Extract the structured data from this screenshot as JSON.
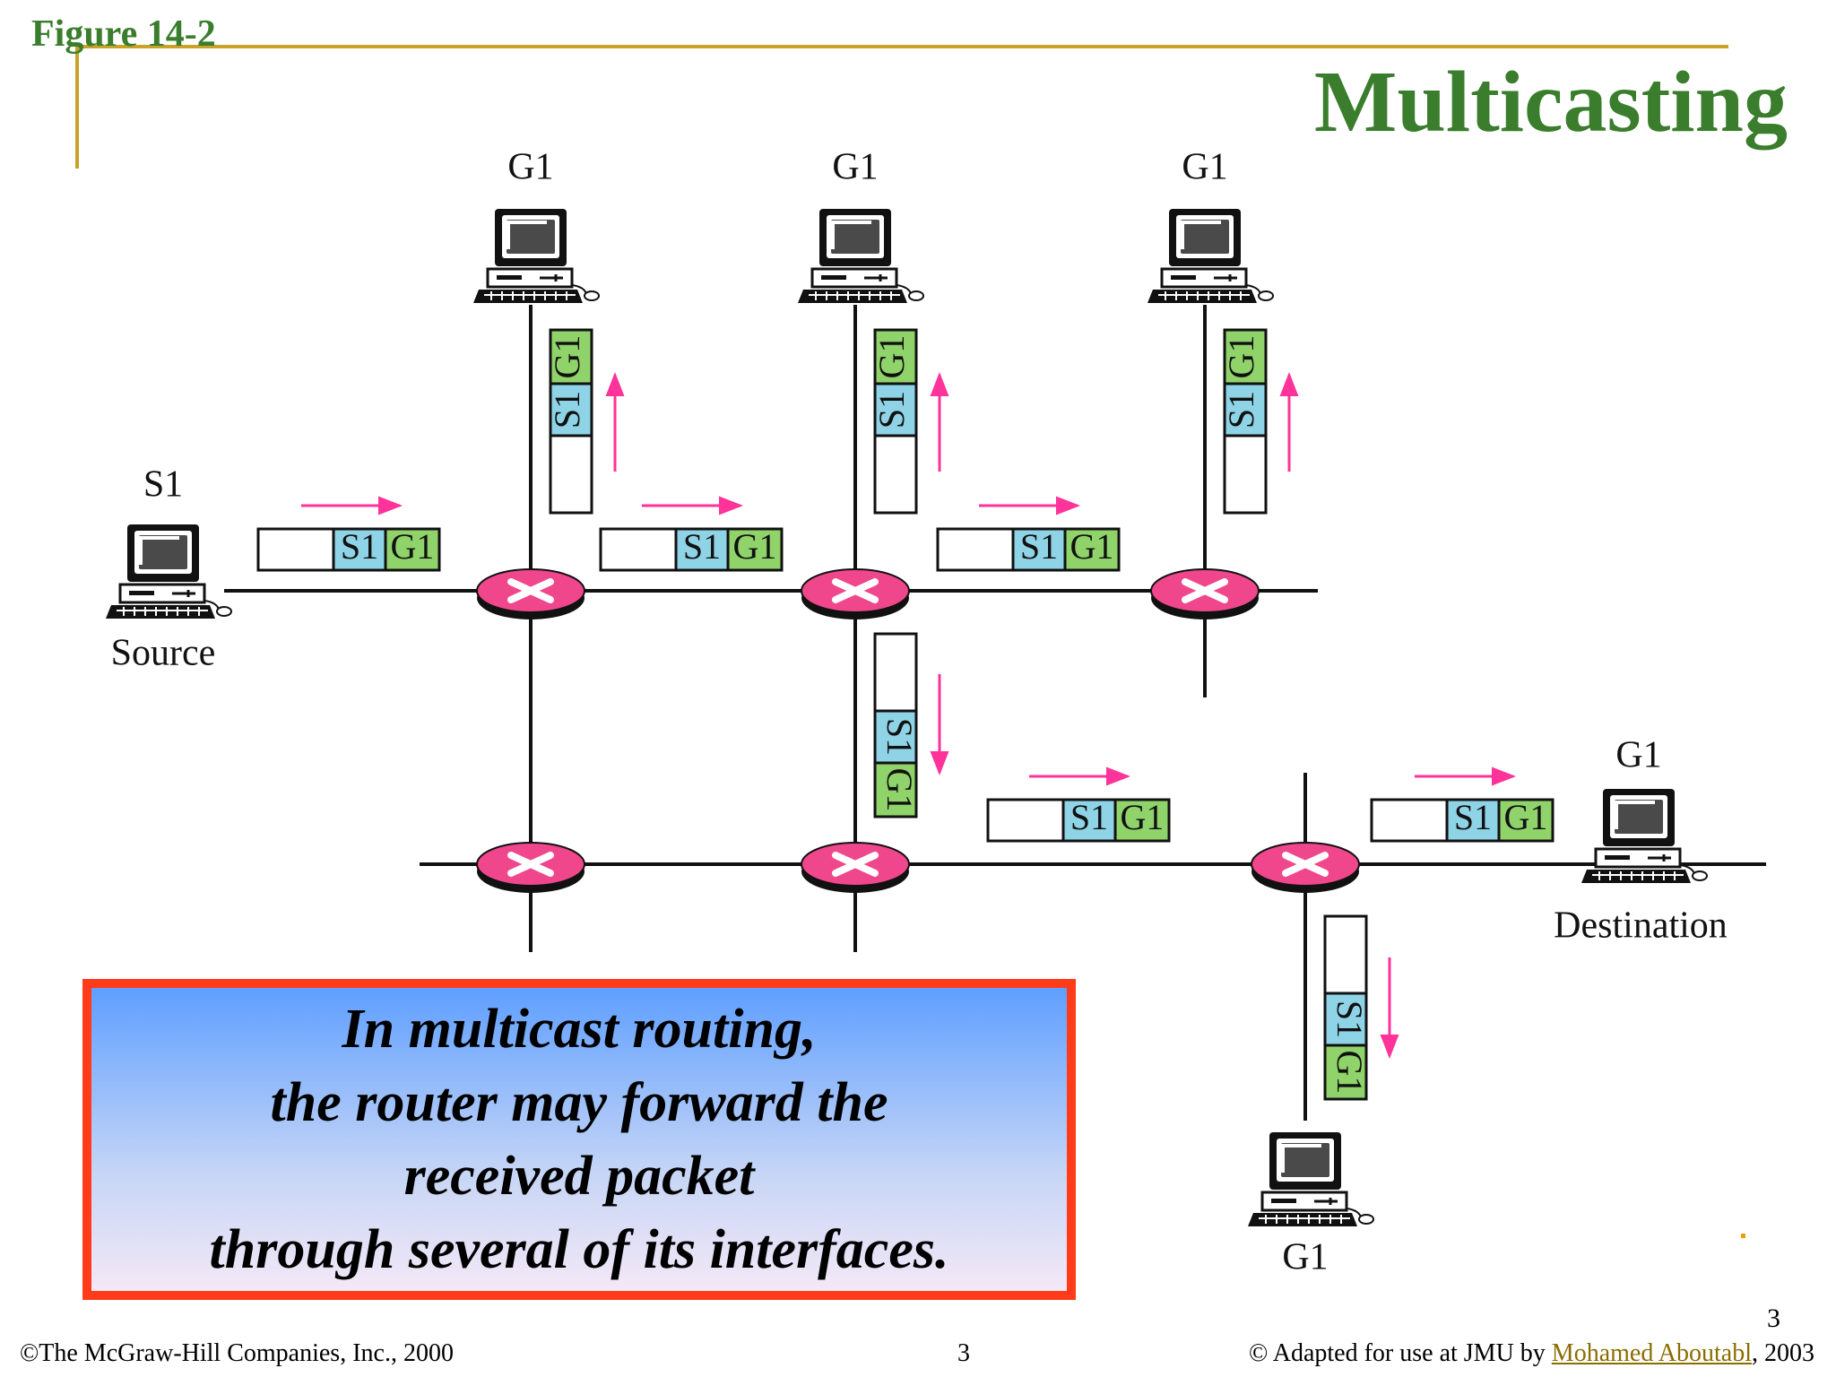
{
  "figure_label": "Figure  14-2",
  "title": "Multicasting",
  "diagram": {
    "hosts": [
      {
        "id": "source",
        "labels": [
          "S1",
          "Source"
        ]
      },
      {
        "id": "g1-a",
        "labels": [
          "G1"
        ]
      },
      {
        "id": "g1-b",
        "labels": [
          "G1"
        ]
      },
      {
        "id": "g1-c",
        "labels": [
          "G1"
        ]
      },
      {
        "id": "destination",
        "labels": [
          "G1",
          "Destination"
        ]
      },
      {
        "id": "g1-bottom",
        "labels": [
          "G1"
        ]
      }
    ],
    "packet_fields": [
      "S1",
      "G1"
    ],
    "colors": {
      "router": "#f0478c",
      "arrow": "#ff3399",
      "source_field": "#8fd3e6",
      "group_field": "#8fd36a",
      "accent": "#3a7d2c",
      "rule": "#c9a227"
    }
  },
  "callout": {
    "lines": [
      "In multicast routing,",
      "the router may forward the",
      "received packet",
      "through several of its interfaces."
    ]
  },
  "footer": {
    "left": "©The McGraw-Hill Companies, Inc., 2000",
    "center": "3",
    "right_prefix": "© Adapted for use at JMU by ",
    "right_link": "Mohamed Aboutabl",
    "right_suffix": ", 2003",
    "page_number": "3"
  }
}
